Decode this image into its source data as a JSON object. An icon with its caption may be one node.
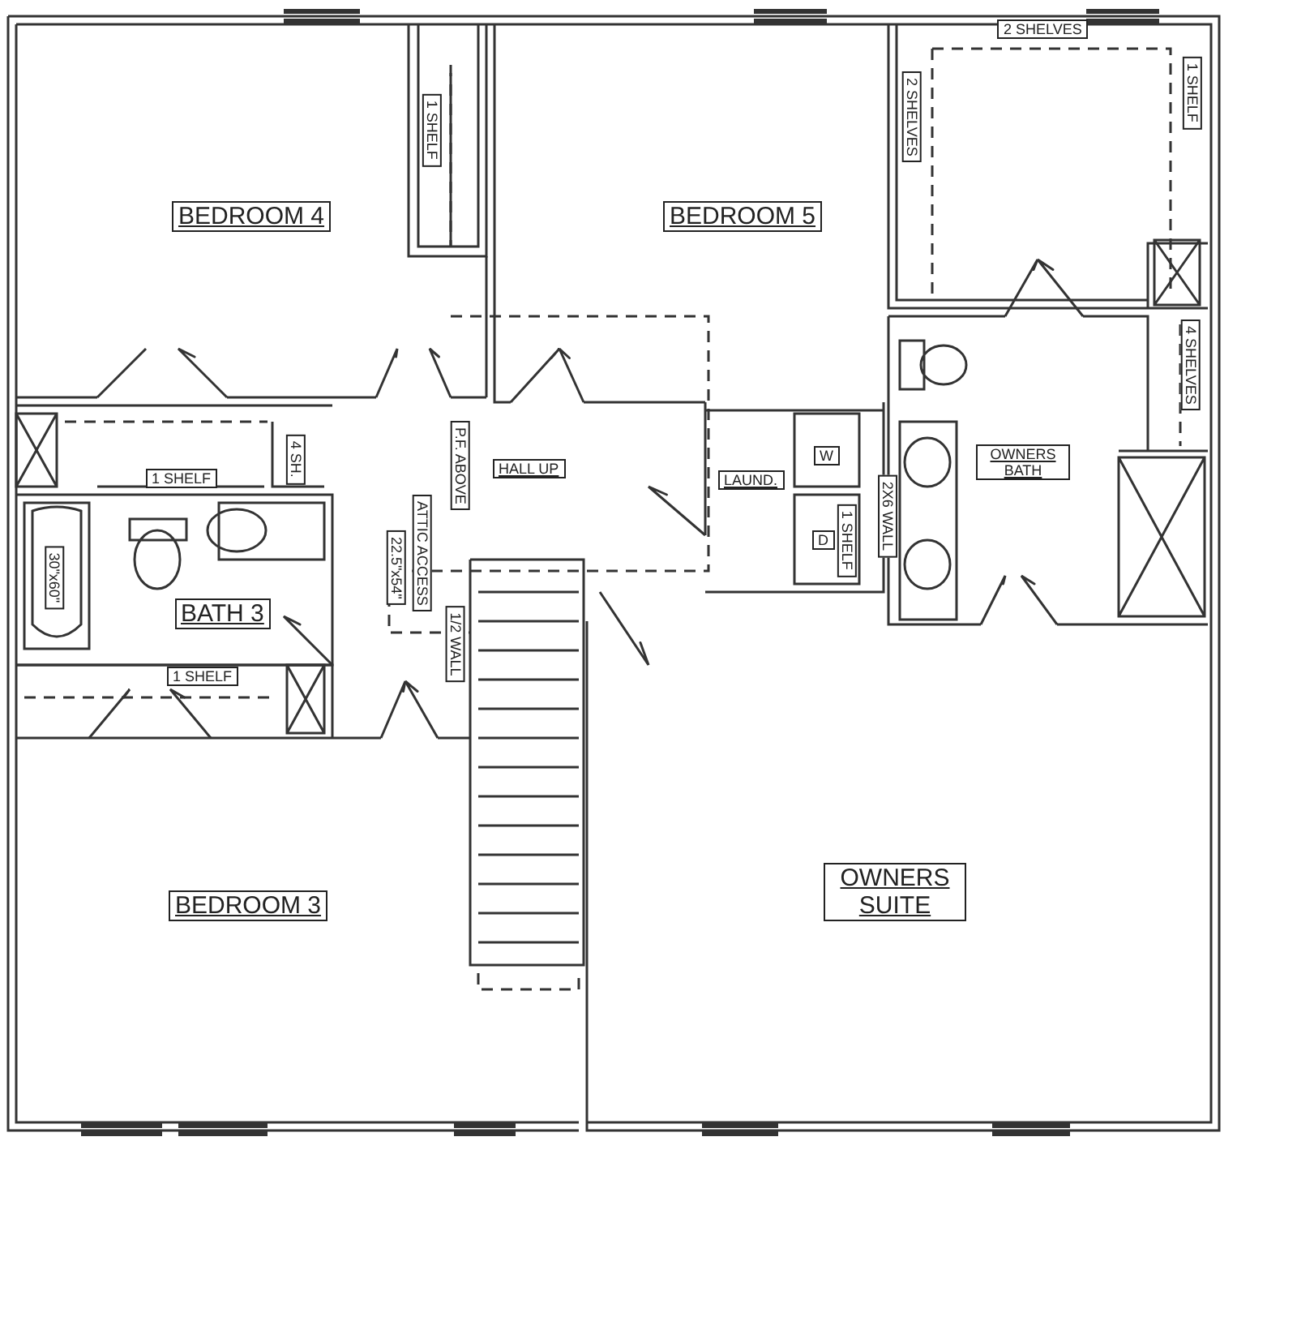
{
  "diagram": {
    "labels": [
      "1 SHELF",
      "2 SHELVES",
      "2 SHELVES",
      "1 SHELF",
      "BEDROOM 4",
      "BEDROOM 5",
      "4 SHELVES",
      "4 SH.",
      "1 SHELF",
      "P.F. ABOVE",
      "HALL UP",
      "LAUND.",
      "W",
      "OWNERS BATH",
      "2X6 WALL",
      "30\"x60\"",
      "D",
      "1 SHELF",
      "ATTIC ACCESS",
      "22.5\"x54\"",
      "BATH 3",
      "1/2 WALL",
      "1 SHELF",
      "BEDROOM 3",
      "OWNERS SUITE"
    ]
  }
}
